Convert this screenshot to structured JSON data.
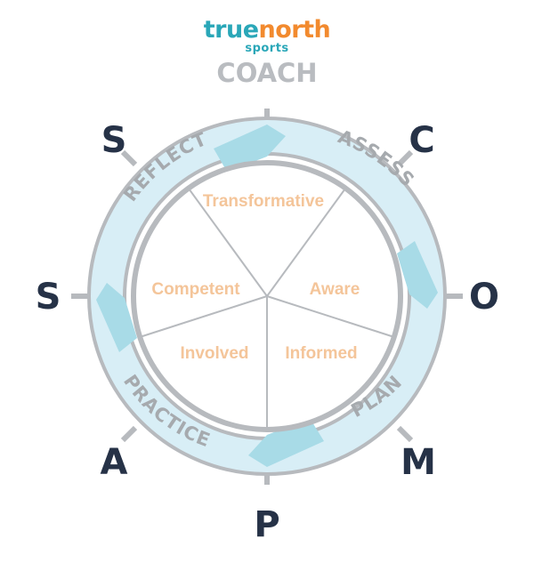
{
  "logo": {
    "part1": "true",
    "part2": "north",
    "sub": "sports"
  },
  "top_label": "COACH",
  "ring_words": {
    "reflect": "REFLECT",
    "assess": "ASSESS",
    "plan": "PLAN",
    "practice": "PRACTICE"
  },
  "segments": {
    "top": "Transformative",
    "right": "Aware",
    "bottom_right": "Informed",
    "bottom_left": "Involved",
    "left": "Competent"
  },
  "letters": {
    "upper_left": "S",
    "upper_right": "C",
    "right": "O",
    "lower_right": "M",
    "bottom": "P",
    "lower_left": "A",
    "left": "S"
  },
  "colors": {
    "ring_fill": "#d8eef6",
    "ring_border": "#b7babe",
    "arrow": "#a8dbe7",
    "segment_text": "#f4c59a",
    "letter": "#263247",
    "brand_teal": "#2aa7b8",
    "brand_orange": "#f28a2e"
  }
}
